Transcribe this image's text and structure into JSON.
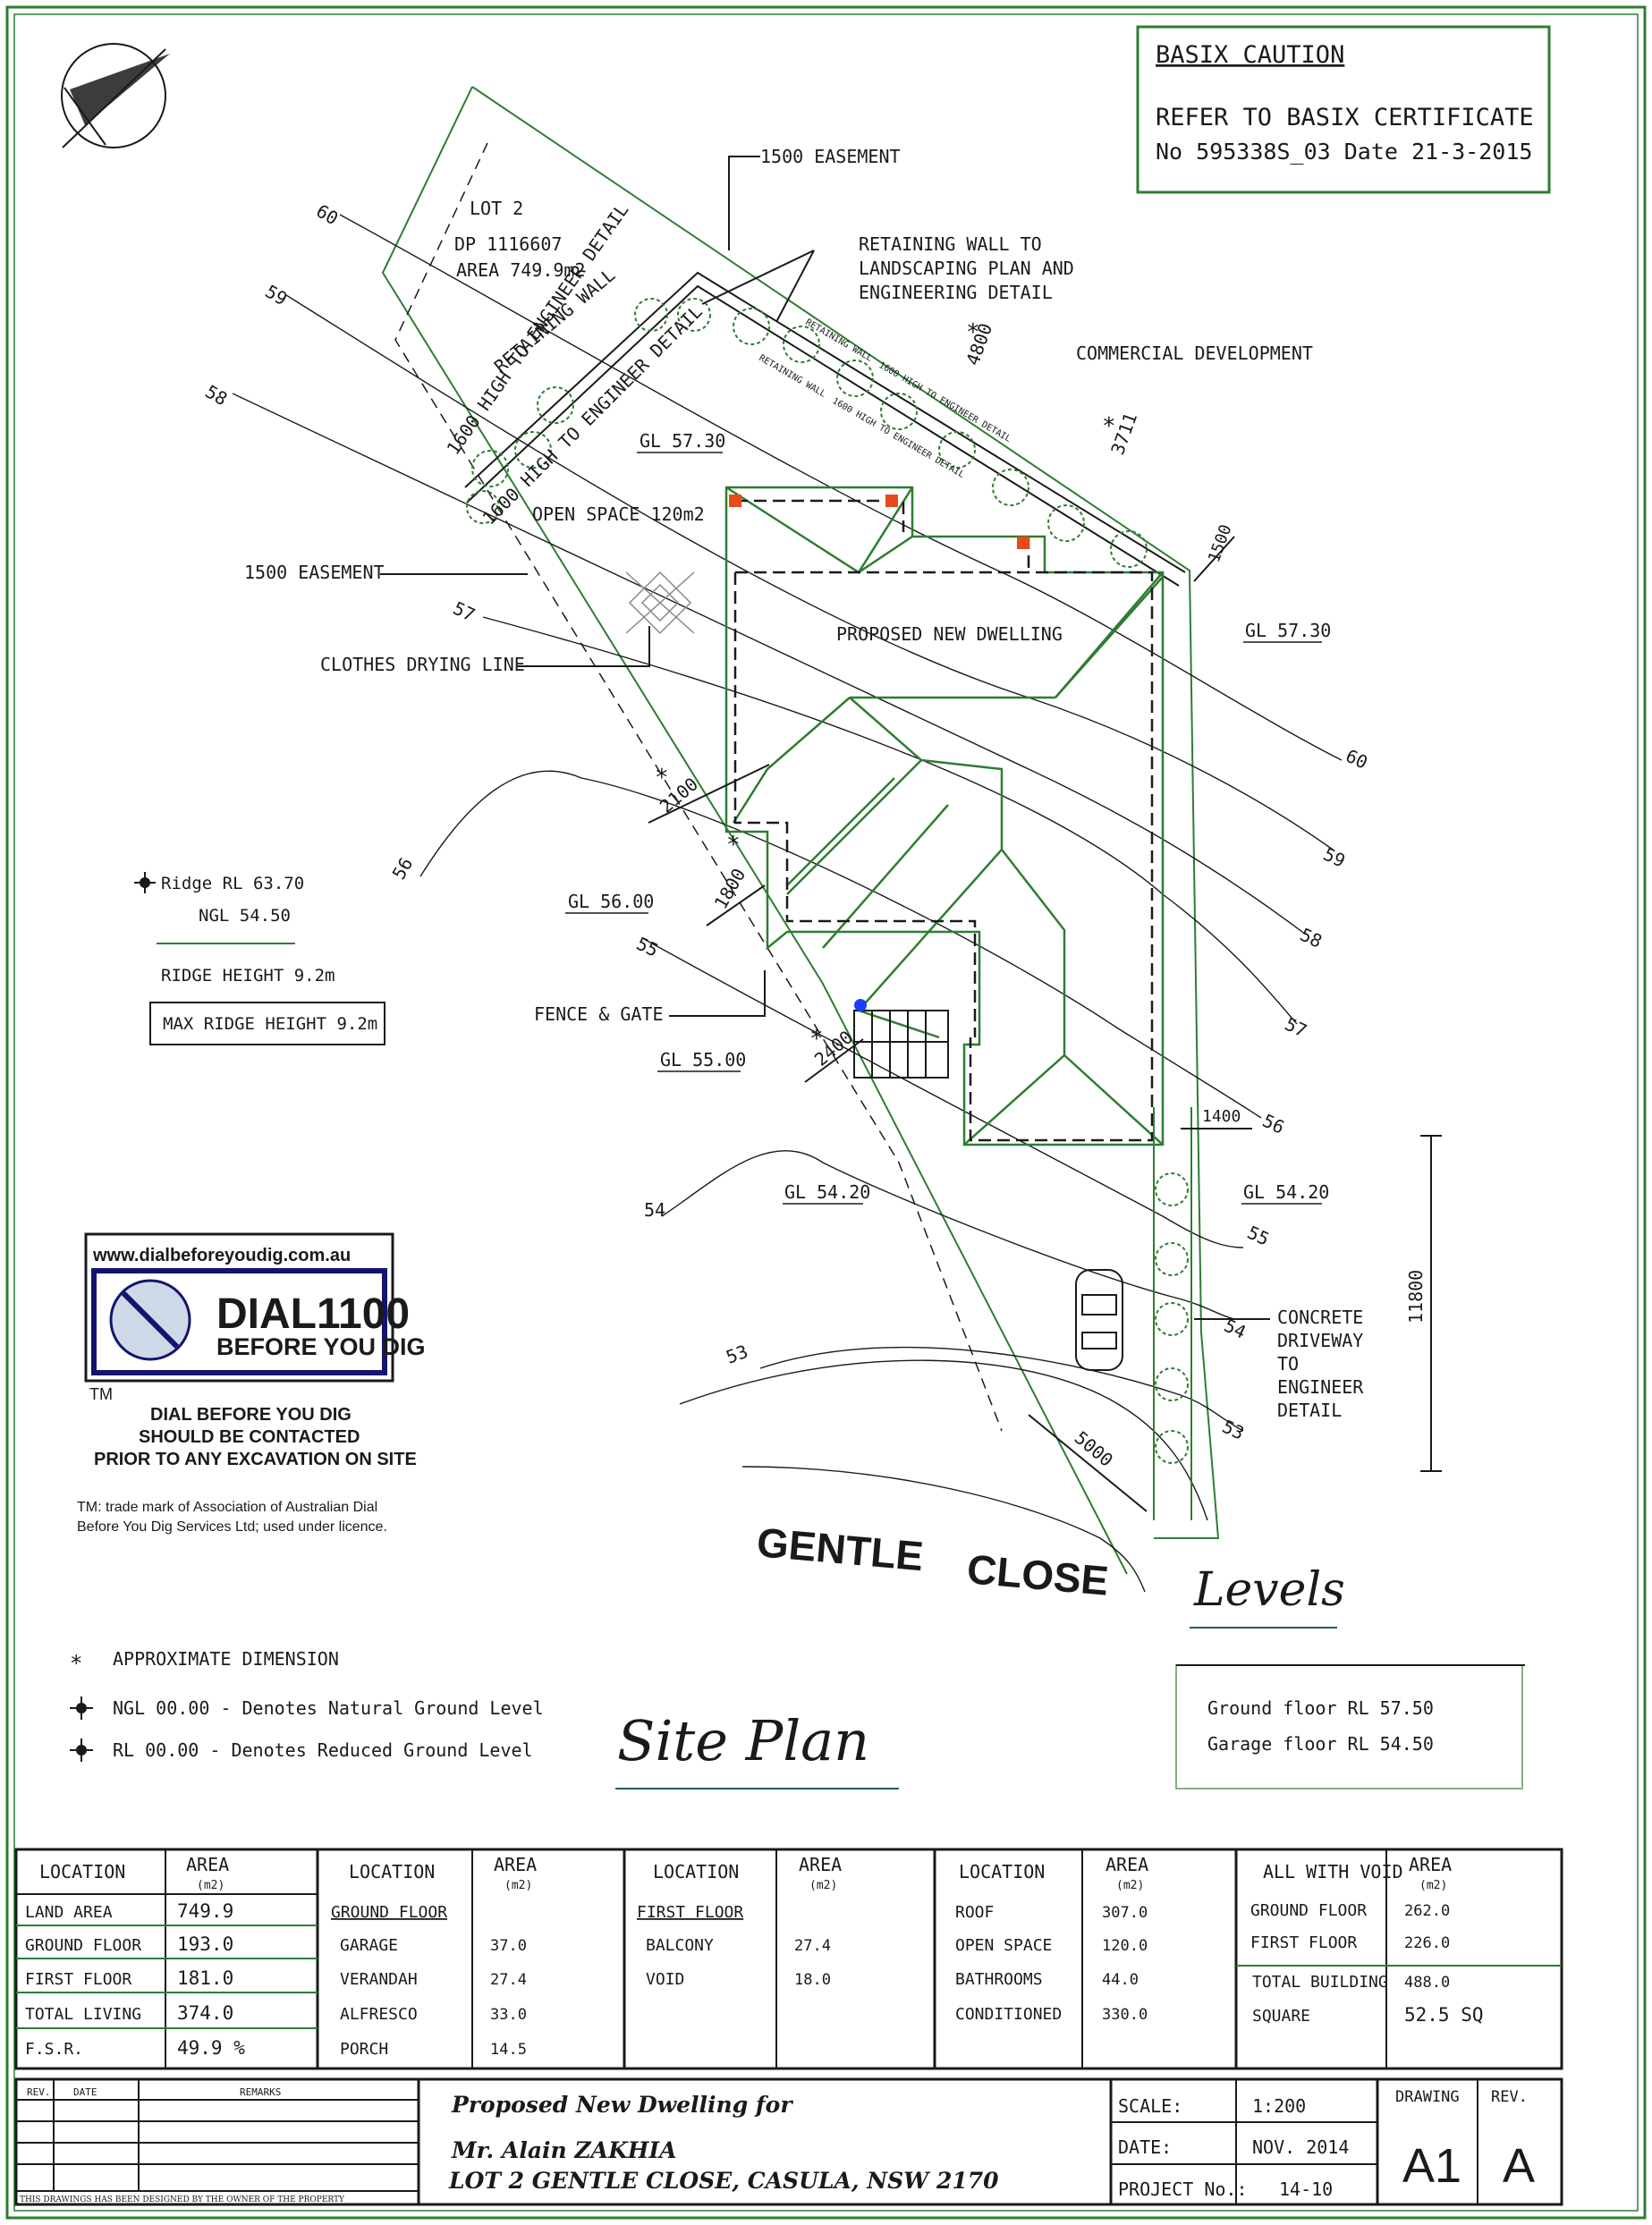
{
  "basix": {
    "title": "BASIX CAUTION",
    "line1": "REFER TO BASIX CERTIFICATE",
    "line2": "No 595338S_03 Date 21-3-2015"
  },
  "lot": {
    "lot": "LOT 2",
    "dp": "DP 1116607",
    "area": "AREA 749.9m2"
  },
  "plan_labels": {
    "easement_top": "1500 EASEMENT",
    "easement_left": "1500 EASEMENT",
    "retaining_note_l1": "RETAINING WALL TO",
    "retaining_note_l2": "LANDSCAPING PLAN AND",
    "retaining_note_l3": "ENGINEERING DETAIL",
    "commercial": "COMMERCIAL DEVELOPMENT",
    "retaining_wall": "RETAINING WALL",
    "wall_1600_a": "1600 HIGH TO ENGINEER DETAIL",
    "wall_1600_b": "1600 HIGH TO ENGINEER DETAIL",
    "small_wall_a": "RETAINING WALL",
    "small_wall_b": "1600 HIGH TO ENGINEER DETAIL",
    "small_wall_c": "RETAINING WALL",
    "small_wall_d": "1600 HIGH TO ENGINEER DETAIL",
    "open_space": "OPEN SPACE 120m2",
    "clothes": "CLOTHES DRYING LINE",
    "dwelling": "PROPOSED NEW DWELLING",
    "fence": "FENCE & GATE",
    "driveway_l1": "CONCRETE",
    "driveway_l2": "DRIVEWAY",
    "driveway_l3": "TO",
    "driveway_l4": "ENGINEER",
    "driveway_l5": "DETAIL",
    "street_1": "GENTLE",
    "street_2": "CLOSE",
    "site_plan": "Site Plan",
    "levels": "Levels"
  },
  "gl": {
    "gl1": "GL 57.30",
    "gl2": "GL 57.30",
    "gl3": "GL 56.00",
    "gl4": "GL 55.00",
    "gl5": "GL 54.20",
    "gl6": "GL 54.20"
  },
  "dims": {
    "d4800": "4800",
    "d3711": "3711",
    "d1500": "1500",
    "d2100": "2100",
    "d1800": "1800",
    "d2400": "2400",
    "d1400": "1400",
    "d11800": "11800",
    "d5000": "5000",
    "star": "*"
  },
  "contours": {
    "c60a": "60",
    "c59a": "59",
    "c58a": "58",
    "c57a": "57",
    "c56a": "56",
    "c55a": "55",
    "c54a": "54",
    "c53a": "53",
    "c60b": "60",
    "c59b": "59",
    "c58b": "58",
    "c57b": "57",
    "c56b": "56",
    "c55b": "55",
    "c54b": "54",
    "c53b": "53"
  },
  "ridge": {
    "ridge_rl": "Ridge RL  63.70",
    "ngl": "NGL   54.50",
    "height": "RIDGE HEIGHT 9.2m",
    "max": "MAX RIDGE HEIGHT  9.2m"
  },
  "dial": {
    "url": "www.dialbeforeyoudig.com.au",
    "num": "DIAL1100",
    "byd": "BEFORE YOU DIG",
    "tm": "TM",
    "warn1": "DIAL BEFORE YOU DIG",
    "warn2": "SHOULD BE CONTACTED",
    "warn3": "PRIOR TO ANY EXCAVATION ON SITE",
    "note1": "TM: trade mark of Association of Australian Dial",
    "note2": "Before You Dig Services Ltd; used under licence."
  },
  "legend": {
    "approx": "APPROXIMATE DIMENSION",
    "ngl": "NGL 00.00   - Denotes Natural Ground Level",
    "rl": "RL  00.00   - Denotes Reduced Ground Level"
  },
  "levels": {
    "ground": "Ground floor   RL 57.50",
    "garage": "Garage floor   RL 54.50"
  },
  "area_table": {
    "h_location": "LOCATION",
    "h_area": "AREA",
    "h_m2": "(m2)",
    "h_allvoid": "ALL WITH VOID",
    "c1": [
      [
        "LAND AREA",
        "749.9"
      ],
      [
        "GROUND FLOOR",
        "193.0"
      ],
      [
        "FIRST FLOOR",
        "181.0"
      ],
      [
        "TOTAL LIVING",
        "374.0"
      ],
      [
        "F.S.R.",
        "49.9  %"
      ]
    ],
    "c2_head": "GROUND FLOOR",
    "c2": [
      [
        "GARAGE",
        "37.0"
      ],
      [
        "VERANDAH",
        "27.4"
      ],
      [
        "ALFRESCO",
        "33.0"
      ],
      [
        "PORCH",
        "14.5"
      ]
    ],
    "c3_head": "FIRST FLOOR",
    "c3": [
      [
        "BALCONY",
        "27.4"
      ],
      [
        "VOID",
        "18.0"
      ]
    ],
    "c4": [
      [
        "ROOF",
        "307.0"
      ],
      [
        "OPEN SPACE",
        "120.0"
      ],
      [
        "BATHROOMS",
        "44.0"
      ],
      [
        "CONDITIONED",
        "330.0"
      ]
    ],
    "c5": [
      [
        "GROUND FLOOR",
        "262.0"
      ],
      [
        "FIRST FLOOR",
        "226.0"
      ],
      [
        "TOTAL BUILDING",
        "488.0"
      ],
      [
        "SQUARE",
        "52.5  SQ"
      ]
    ]
  },
  "title_block": {
    "rev": "REV.",
    "date": "DATE",
    "remarks": "REMARKS",
    "designed": "THIS DRAWINGS HAS BEEN DESIGNED BY THE OWNER OF THE PROPERTY",
    "project_title": "Proposed New Dwelling  for",
    "client": "Mr. Alain ZAKHIA",
    "address": "LOT 2 GENTLE CLOSE, CASULA, NSW 2170",
    "scale_l": "SCALE:",
    "scale_v": "1:200",
    "date_l": "DATE:",
    "date_v": "NOV. 2014",
    "proj_l": "PROJECT No.:",
    "proj_v": "14-10",
    "drawing_l": "DRAWING",
    "rev_l": "REV.",
    "drawing_v": "A1",
    "rev_v": "A"
  },
  "colors": {
    "green": "#2e7d32",
    "dark": "#1a1a1a",
    "teal": "#1f5e5b",
    "red": "#d32f2f",
    "orange": "#e64a19",
    "navy": "#14146e"
  }
}
